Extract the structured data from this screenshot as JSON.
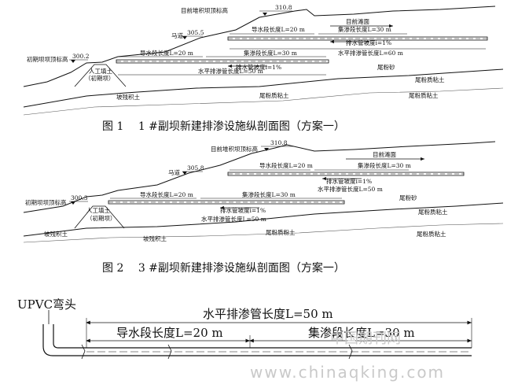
{
  "figure1": {
    "caption_no": "图 1",
    "caption_text": "1 #副坝新建排渗设施纵剖面图（方案一）",
    "top_elev_label": "目前堆积坝顶标高",
    "top_elev": "310.8",
    "road_label": "马道",
    "road_elev": "305.5",
    "initial_label": "初期坝坝顶标高",
    "initial_elev": "300.2",
    "current_beach": "目前滩面",
    "guide_upper": "导水段长度L=20 m",
    "collect_upper": "集渗段长度L=30 m",
    "slope_upper": "排水管坡度i=1%",
    "total_upper": "水平排渗管长度L=60 m",
    "guide_lower": "导水段长度L=20 m",
    "collect_lower": "集渗段长度L=30 m",
    "slope_lower": "排水管坡度i=1%",
    "total_lower": "水平排渗管长度L=50 m",
    "fill_label": "人工填土",
    "fill_sub": "（初期坝）",
    "tailing_sand": "尾粉砂",
    "tailing_clay": "尾粉质粘土",
    "slope_soil": "坡残积土",
    "silt_clay": "尾粉质粘土"
  },
  "figure2": {
    "caption_no": "图 2",
    "caption_text": "3 #副坝新建排渗设施纵剖面图（方案一）",
    "top_elev_label": "目前堆积坝顶标高",
    "top_elev": "310.8",
    "road_label": "马道",
    "road_elev": "305.8",
    "initial_label": "初期坝坝顶标高",
    "initial_elev": "300.3",
    "current_beach": "目前滩面",
    "guide_upper": "导水段长度L=20 m",
    "collect_upper": "集渗段长度L=30 m",
    "slope_upper": "排水管坡度i=1%",
    "total_upper": "水平排渗管长度L=50 m",
    "guide_lower": "导水段长度L=20 m",
    "collect_lower": "集渗段长度L=30 m",
    "slope_lower": "排水管坡度i=1%",
    "total_lower": "水平排渗管长度L=50 m",
    "fill_label": "人工填土",
    "fill_sub": "（初期坝）",
    "tailing_sand": "尾粉砂",
    "tailing_clay": "尾粉质粘土",
    "slope_soil_1": "坡残积土",
    "slope_soil_2": "坡残积土",
    "silt_clay": "尾粉质粉土"
  },
  "detail": {
    "upvc": "UPVC弯头",
    "total": "水平排渗管长度L=50 m",
    "guide": "导水段长度L=20 m",
    "collect": "集渗段长度L=30 m"
  },
  "watermark": {
    "site": "www.chinaqking.com",
    "brand": "中国期刊网"
  }
}
